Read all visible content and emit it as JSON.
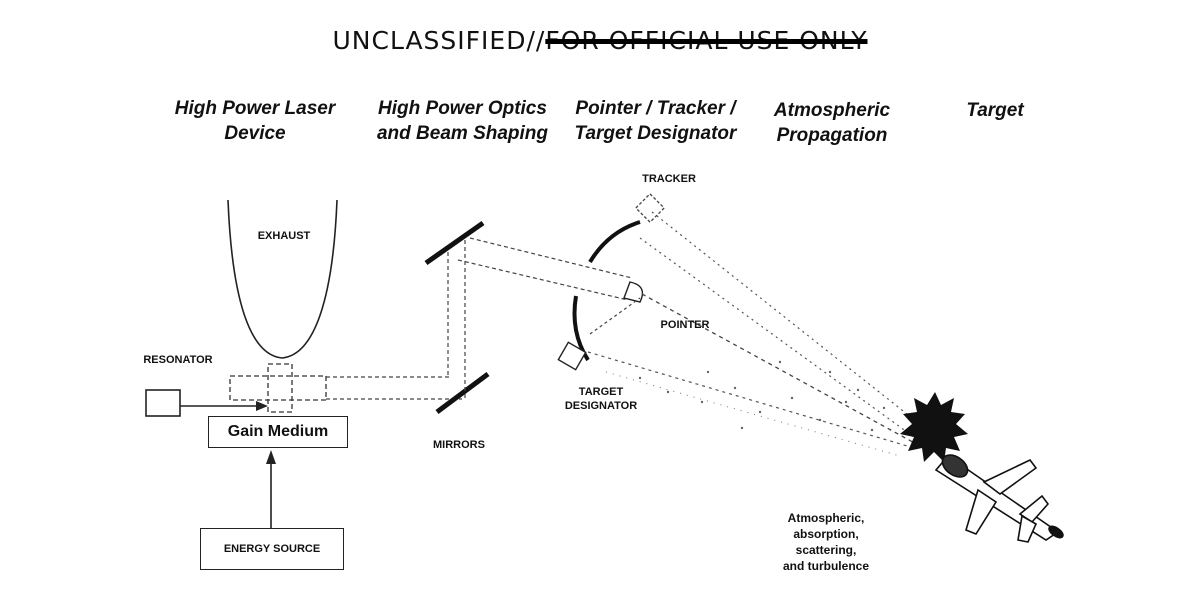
{
  "banner": {
    "classification": "UNCLASSIFIED",
    "separator": "//",
    "struck_text": "FOR OFFICIAL USE ONLY"
  },
  "stages": [
    {
      "line1": "High Power Laser",
      "line2": "Device"
    },
    {
      "line1": "High Power Optics",
      "line2": "and Beam Shaping"
    },
    {
      "line1": "Pointer / Tracker /",
      "line2": "Target Designator"
    },
    {
      "line1": "Atmospheric",
      "line2": "Propagation"
    },
    {
      "line1": "Target",
      "line2": ""
    }
  ],
  "labels": {
    "exhaust": "EXHAUST",
    "resonator": "RESONATOR",
    "gain_medium": "Gain Medium",
    "energy_source": "ENERGY SOURCE",
    "mirrors": "MIRRORS",
    "tracker": "TRACKER",
    "pointer": "POINTER",
    "target_designator_1": "TARGET",
    "target_designator_2": "DESIGNATOR",
    "atmos_1": "Atmospheric,",
    "atmos_2": "absorption,",
    "atmos_3": "scattering,",
    "atmos_4": "and turbulence"
  }
}
